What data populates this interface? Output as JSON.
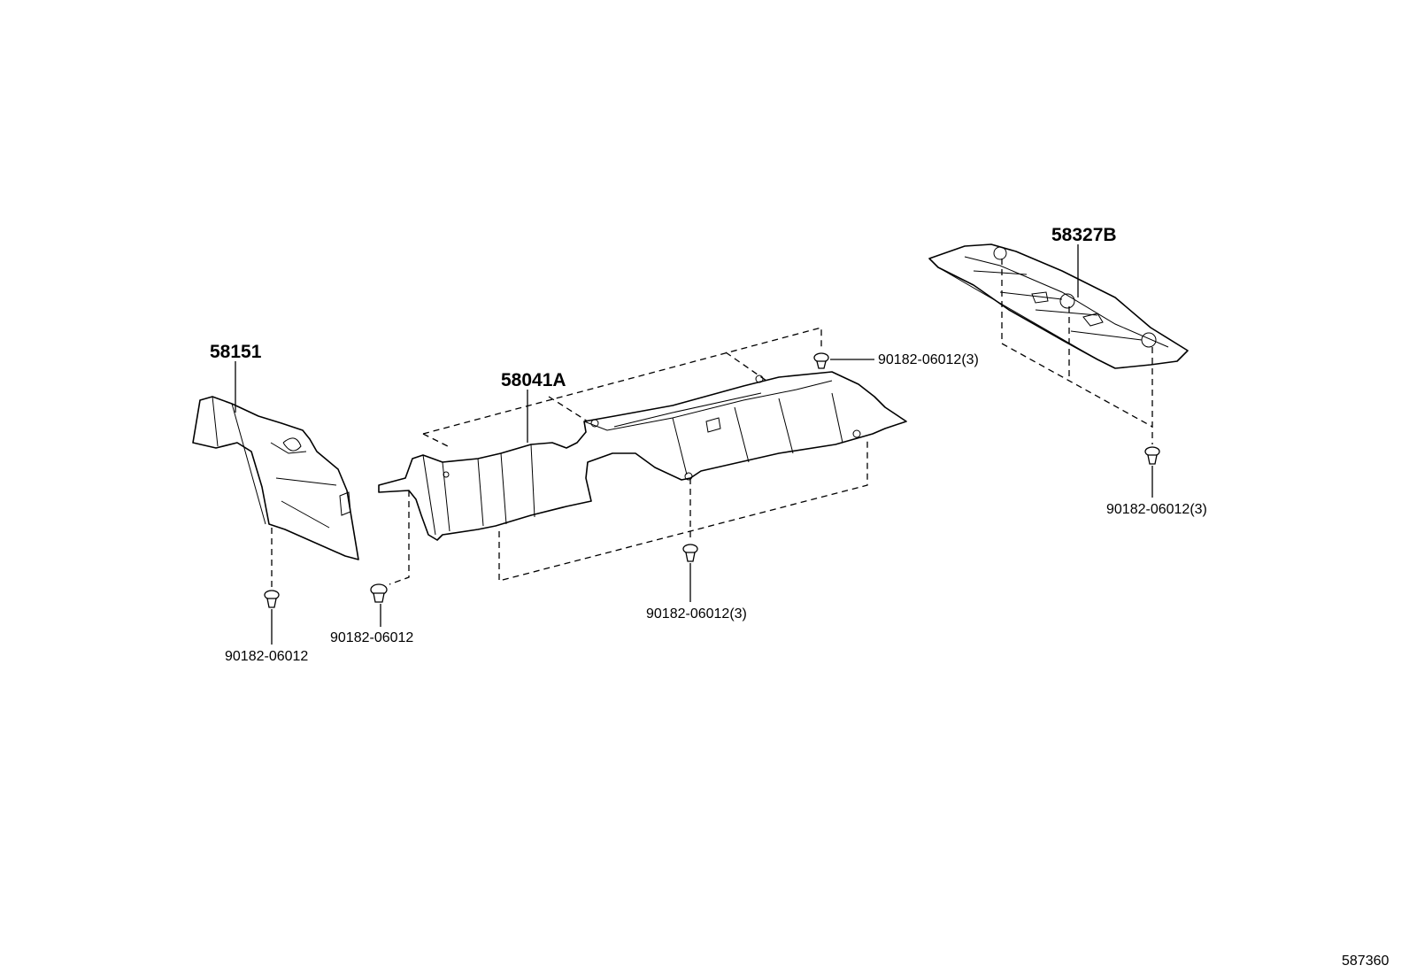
{
  "diagram": {
    "parts": {
      "p58151": "58151",
      "p58041A": "58041A",
      "p58327B": "58327B"
    },
    "clips": {
      "top_center": "90182-06012(3)",
      "right": "90182-06012(3)",
      "bottom_center": "90182-06012(3)",
      "left_inner": "90182-06012",
      "left_outer": "90182-06012"
    },
    "illustration_id": "587360"
  }
}
